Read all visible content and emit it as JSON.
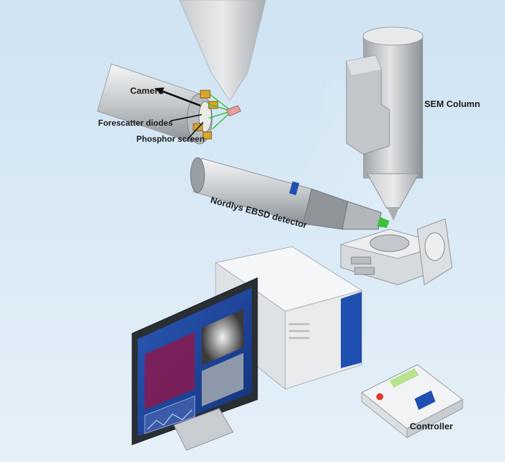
{
  "labels": {
    "camera": "Camera",
    "forescatter_diodes": "Forescatter diodes",
    "phosphor_screen": "Phosphor screen",
    "sem_column": "SEM Column",
    "ebsd_detector": "Nordlys EBSD detector",
    "controller": "Controller"
  },
  "colors": {
    "background": "#d6e7f4",
    "metal": "#c9cdd2",
    "monitor_screen": "#1a3f8f",
    "tower_accent": "#1f4fb0",
    "diode_gold": "#d9a72e",
    "pattern_green": "#3fbf3f",
    "beam_pink": "#e4a0a0"
  }
}
